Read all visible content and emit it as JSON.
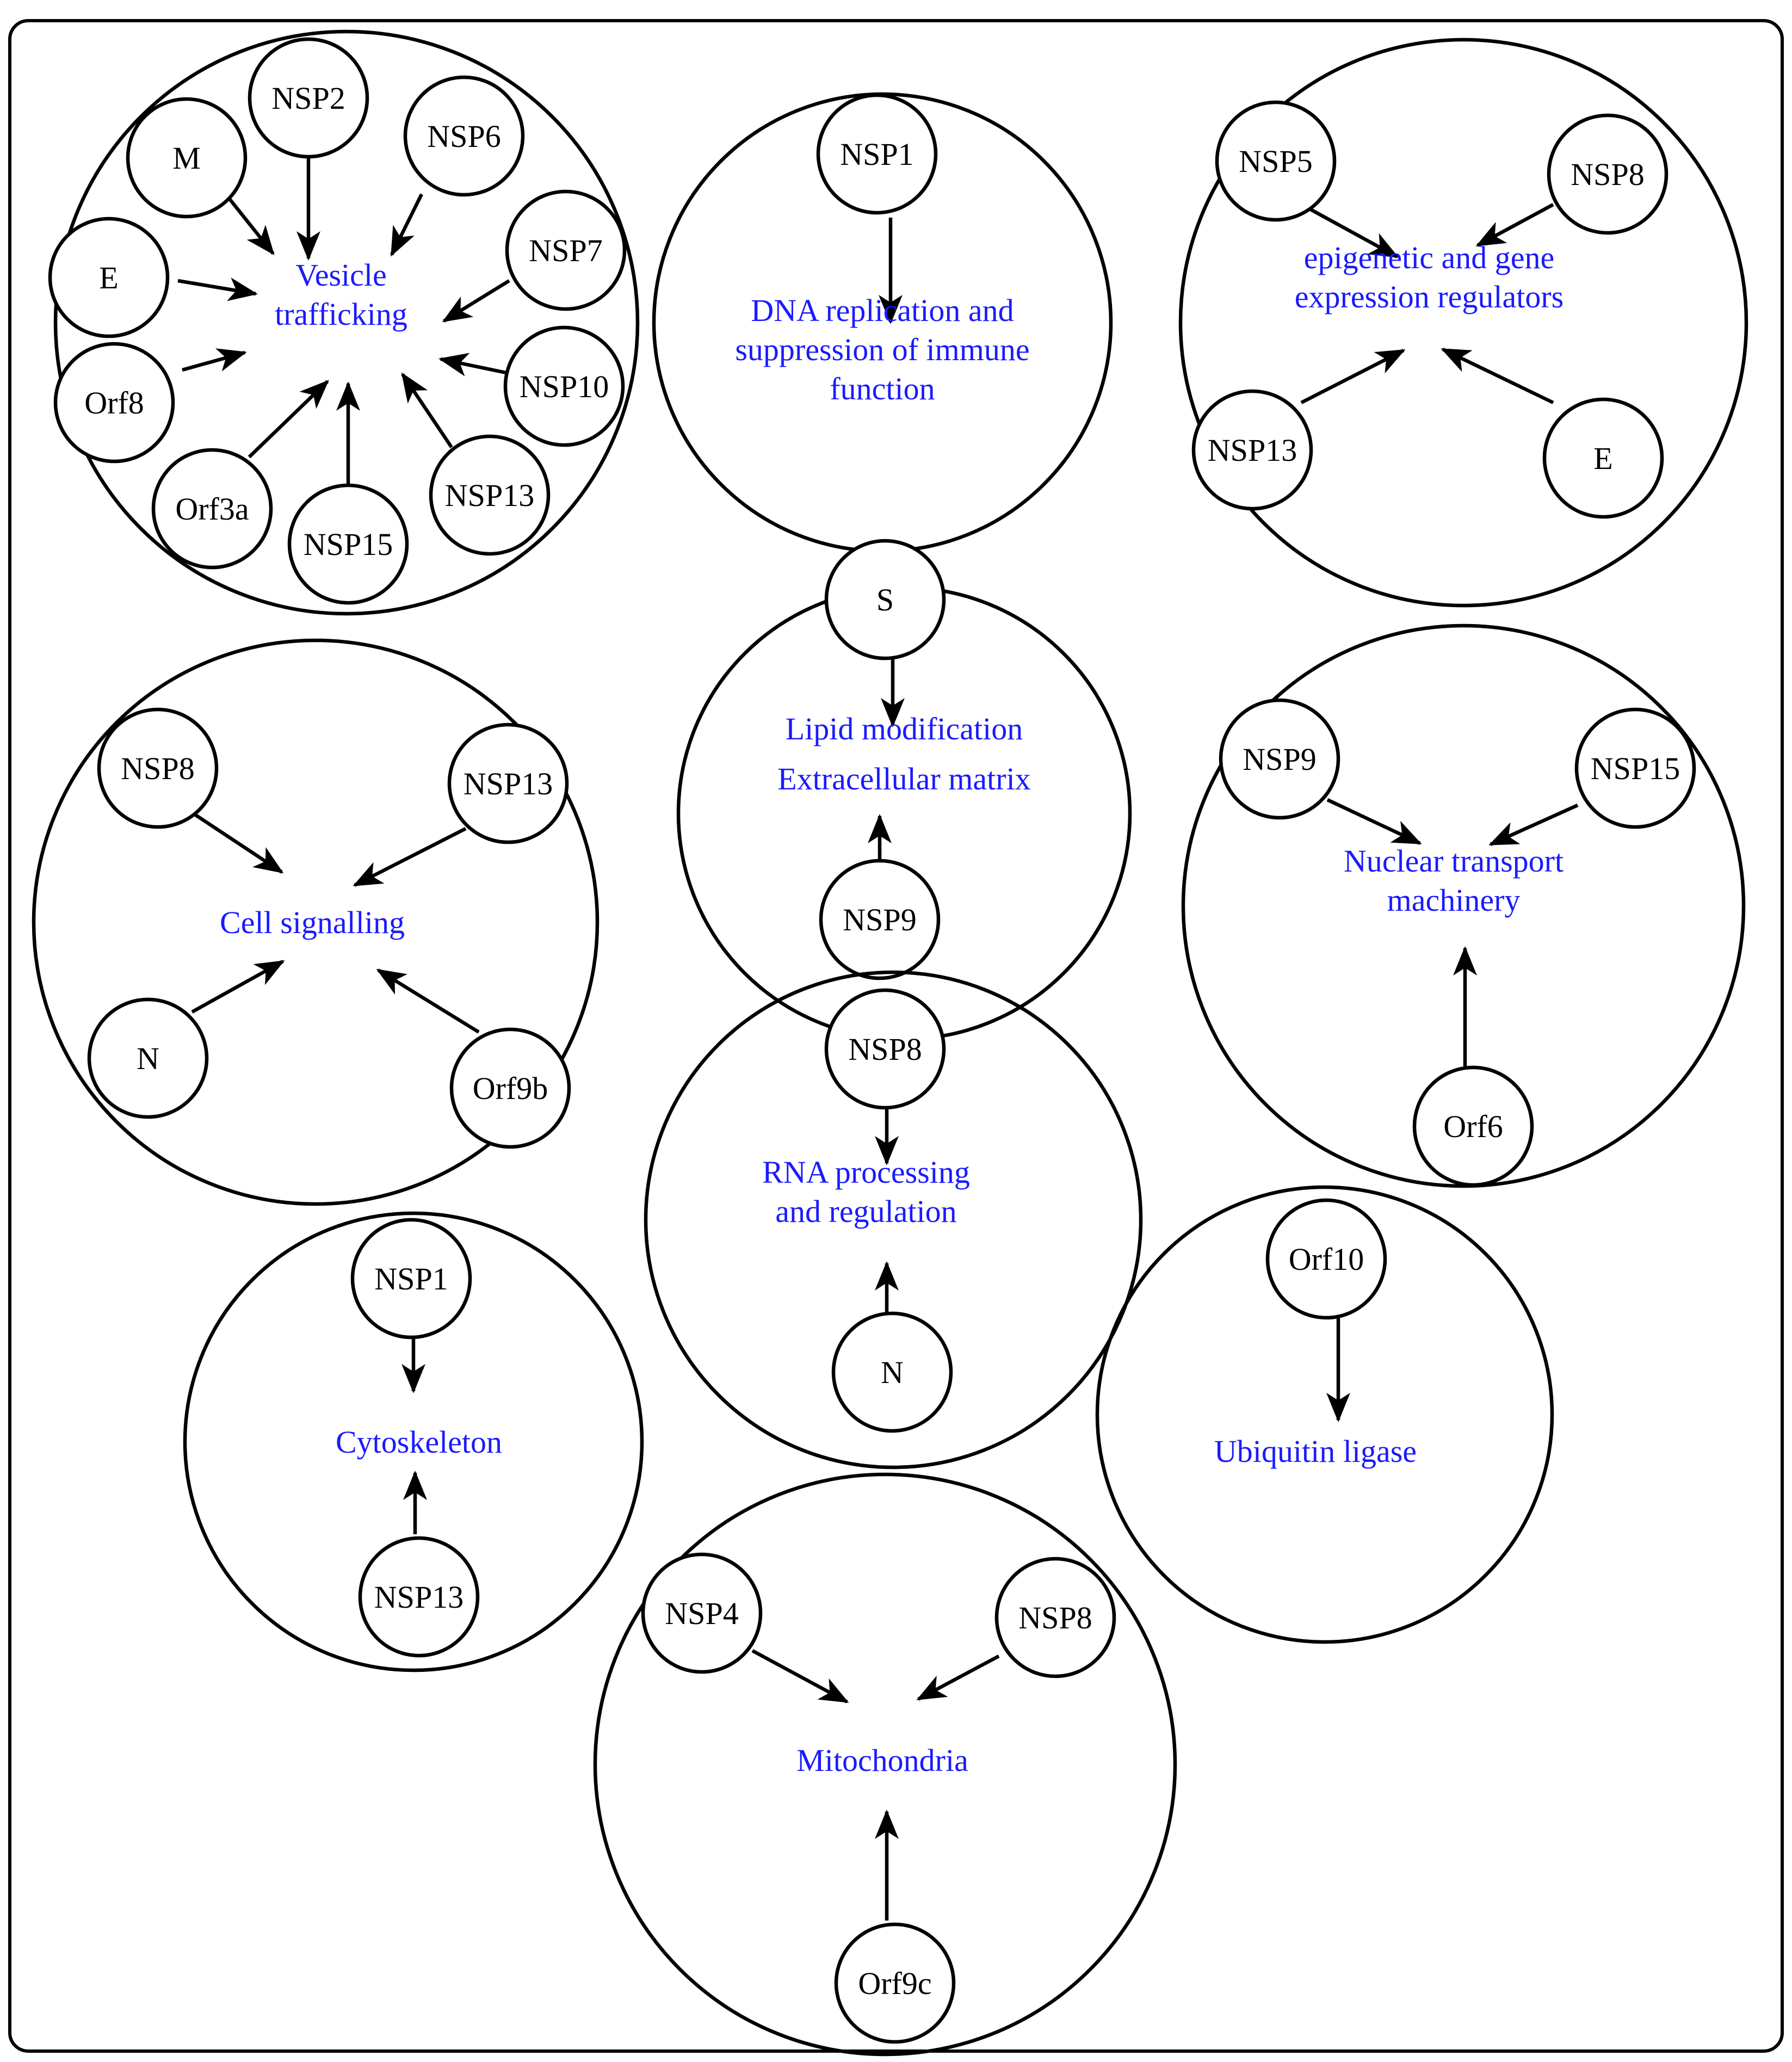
{
  "colors": {
    "function_text": "#1a1aff",
    "node_text": "#000000",
    "stroke": "#000000",
    "background": "#ffffff"
  },
  "groups": [
    {
      "id": "vesicle",
      "function": [
        "Vesicle",
        "trafficking"
      ],
      "nodes": [
        "NSP2",
        "M",
        "NSP6",
        "NSP7",
        "E",
        "NSP10",
        "Orf8",
        "NSP13",
        "Orf3a",
        "NSP15"
      ]
    },
    {
      "id": "dna",
      "function": [
        "DNA replication and",
        "suppression of immune",
        "function"
      ],
      "nodes": [
        "NSP1"
      ]
    },
    {
      "id": "epigenetic",
      "function": [
        "epigenetic and gene",
        "expression regulators"
      ],
      "nodes": [
        "NSP5",
        "NSP8",
        "NSP13",
        "E"
      ]
    },
    {
      "id": "lipid",
      "function": [
        "Lipid modification",
        "Extracellular matrix"
      ],
      "nodes": [
        "S",
        "NSP9"
      ]
    },
    {
      "id": "signalling",
      "function": [
        "Cell signalling"
      ],
      "nodes": [
        "NSP8",
        "NSP13",
        "N",
        "Orf9b"
      ]
    },
    {
      "id": "nuclear",
      "function": [
        "Nuclear transport",
        "machinery"
      ],
      "nodes": [
        "NSP9",
        "NSP15",
        "Orf6"
      ]
    },
    {
      "id": "rna",
      "function": [
        "RNA processing",
        "and regulation"
      ],
      "nodes": [
        "NSP8",
        "N"
      ]
    },
    {
      "id": "cytoskeleton",
      "function": [
        "Cytoskeleton"
      ],
      "nodes": [
        "NSP1",
        "NSP13"
      ]
    },
    {
      "id": "ubiquitin",
      "function": [
        "Ubiquitin ligase"
      ],
      "nodes": [
        "Orf10"
      ]
    },
    {
      "id": "mitochondria",
      "function": [
        "Mitochondria"
      ],
      "nodes": [
        "NSP4",
        "NSP8",
        "Orf9c"
      ]
    }
  ]
}
